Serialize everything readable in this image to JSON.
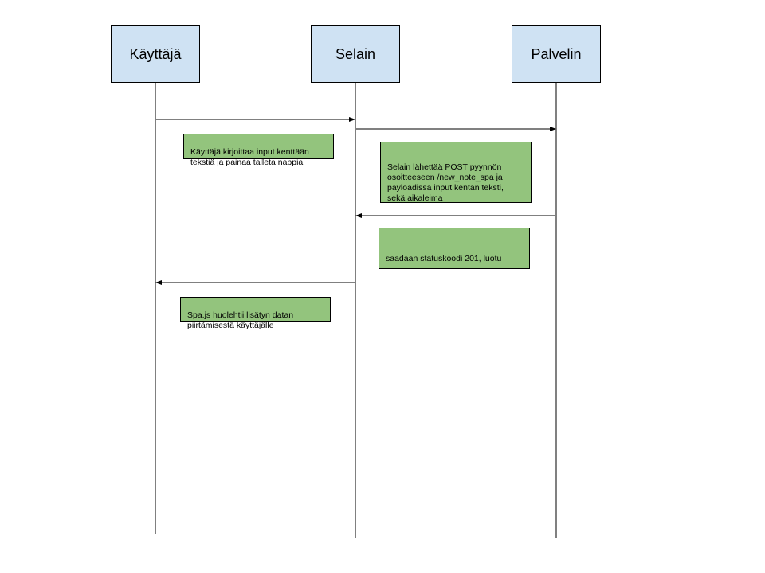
{
  "colors": {
    "actor_fill": "#cfe2f3",
    "note_fill": "#93c47d",
    "line": "#000000"
  },
  "actors": [
    {
      "label": "Käyttäjä"
    },
    {
      "label": "Selain"
    },
    {
      "label": "Palvelin"
    }
  ],
  "messages": [
    {
      "from": "Käyttäjä",
      "to": "Selain"
    },
    {
      "from": "Selain",
      "to": "Palvelin"
    },
    {
      "from": "Palvelin",
      "to": "Selain"
    },
    {
      "from": "Selain",
      "to": "Käyttäjä"
    }
  ],
  "notes": [
    {
      "text": "Käyttäjä kirjoittaa input kenttään\ntekstiä ja painaa talleta nappia"
    },
    {
      "text": "Selain lähettää POST pyynnön\nosoitteeseen /new_note_spa ja\npayloadissa input kentän teksti,\nsekä aikaleima"
    },
    {
      "text": "saadaan statuskoodi 201, luotu"
    },
    {
      "text": "Spa.js huolehtii lisätyn datan\npiirtämisestä käyttäjälle"
    }
  ]
}
